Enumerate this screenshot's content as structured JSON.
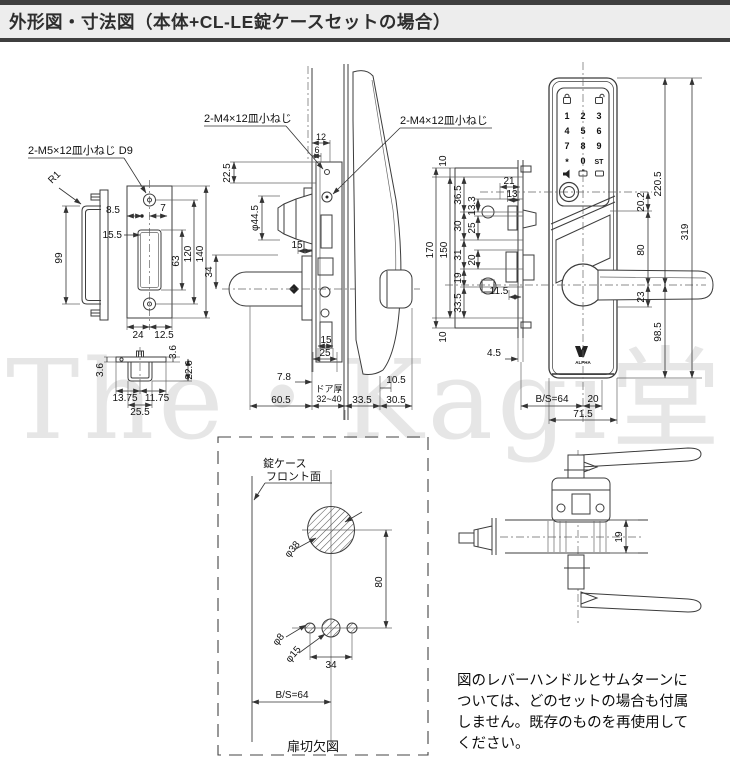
{
  "header": {
    "title": "外形図・寸法図（本体+CL-LE錠ケースセットの場合）"
  },
  "watermark": "The・Kagi堂",
  "note": "図のレバーハンドルとサムターンに\nついては、どのセットの場合も付属\nしません。既存のものを再使用して\nください。",
  "colors": {
    "header_band": "#ededed",
    "header_bar": "#3f3f3f",
    "line": "#3c3c3c",
    "watermark": "#e6e6e6",
    "background": "#ffffff"
  },
  "strike_front": {
    "screw_label": "2-M5×12皿小ねじ D9",
    "radius_label": "R1",
    "dim_height_side": "99",
    "dim_8_5": "8.5",
    "dim_7": "7",
    "dim_15_5": "15.5",
    "dim_63": "63",
    "dim_120": "120",
    "dim_140": "140",
    "dim_24": "24",
    "dim_12_5": "12.5"
  },
  "strike_section": {
    "dim_3_6_left": "3.6",
    "dim_3_6_right": "3.6",
    "dim_22_6": "22.6",
    "dim_13_75": "13.75",
    "dim_11_75": "11.75",
    "dim_25_5": "25.5"
  },
  "side_view": {
    "screw_label_left": "2-M4×12皿小ねじ",
    "screw_label_right": "2-M4×12皿小ねじ",
    "dim_12": "12",
    "dim_6": "6",
    "dim_22_5": "22.5",
    "dim_phi44_5": "φ44.5",
    "dim_34": "34",
    "dim_15_upper": "15",
    "dim_15_lower": "15",
    "dim_25": "25",
    "dim_7_8": "7.8",
    "dim_10_5": "10.5",
    "dim_60_5": "60.5",
    "door_thickness_label": "ドア厚",
    "door_thickness_range": "32~40",
    "dim_33_5": "33.5",
    "dim_30_5": "30.5"
  },
  "front_view": {
    "keypad": {
      "icons_top": [
        "lock-icon",
        "unlock-icon"
      ],
      "digits": [
        [
          "1",
          "2",
          "3"
        ],
        [
          "4",
          "5",
          "6"
        ],
        [
          "7",
          "8",
          "9"
        ],
        [
          "*",
          "0",
          "ST"
        ]
      ],
      "icons_bottom": [
        "speaker-icon",
        "battery-icon",
        "card-icon"
      ]
    },
    "logo_text": "ALPHA",
    "dim_10_top": "10",
    "dim_170": "170",
    "dim_150": "150",
    "dim_36_5": "36.5",
    "dim_13_3": "13.3",
    "dim_21": "21",
    "dim_13": "13",
    "dim_30": "30",
    "dim_25": "25",
    "dim_31": "31",
    "dim_20_left": "20",
    "dim_19": "19",
    "dim_33_5": "33.5",
    "dim_11_5": "11.5",
    "dim_10_bottom": "10",
    "dim_4_5": "4.5",
    "dim_20_2": "20.2",
    "dim_220_5": "220.5",
    "dim_319": "319",
    "dim_80": "80",
    "dim_23": "23",
    "dim_98_5": "98.5",
    "dim_bs64": "B/S=64",
    "dim_20_bottom": "20",
    "dim_71_5": "71.5"
  },
  "cutout": {
    "front_face_label_1": "錠ケース",
    "front_face_label_2": "フロント面",
    "dim_phi38": "φ38",
    "dim_80": "80",
    "dim_phi8": "φ8",
    "dim_phi15": "φ15",
    "dim_34": "34",
    "dim_bs64": "B/S=64",
    "caption": "扉切欠図"
  },
  "handle_top_view": {
    "dim_19": "19"
  }
}
